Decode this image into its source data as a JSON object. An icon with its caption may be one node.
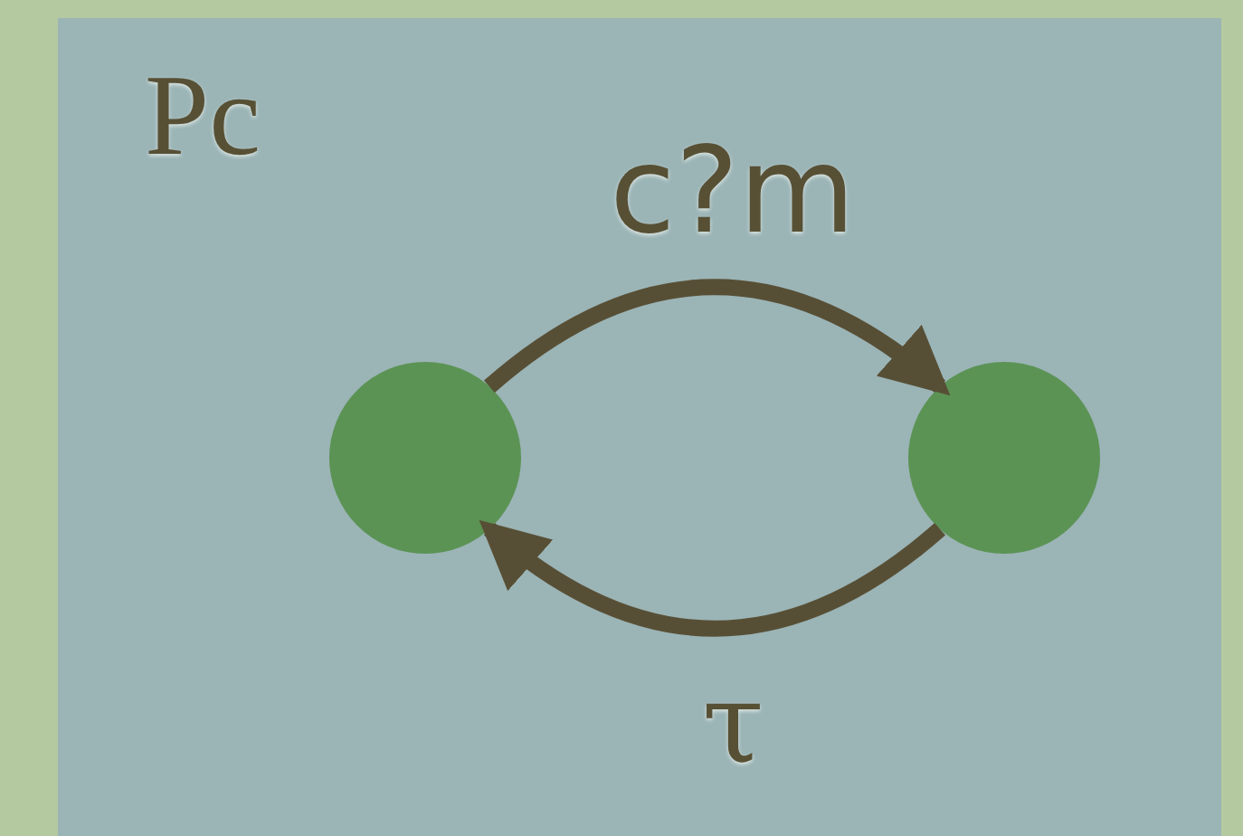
{
  "diagram": {
    "nodes": [
      {
        "text": [
          "Pc"
        ]
      },
      {
        "text": [],
        "shape": "circle",
        "in": 0
      },
      {
        "text": [],
        "shape": "circle",
        "in": 0
      }
    ],
    "edges": [
      {
        "from": 1,
        "to": 2,
        "arrow": "to",
        "label": "c?m"
      },
      {
        "from": 2,
        "to": 1,
        "arrow": "to",
        "label": "τ"
      }
    ]
  }
}
